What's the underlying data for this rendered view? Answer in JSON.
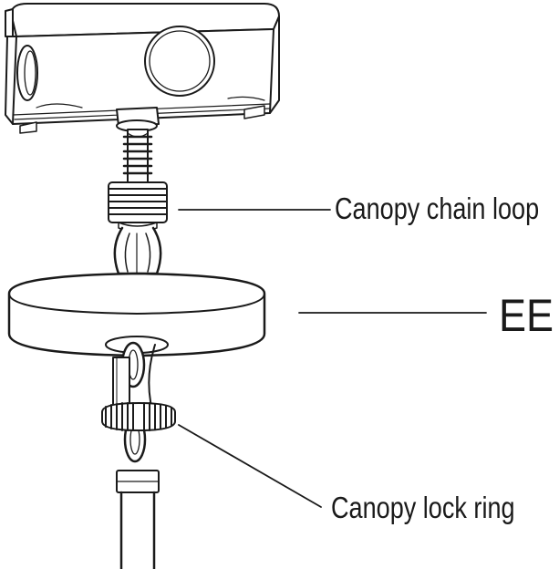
{
  "labels": {
    "canopy_chain_loop": "Canopy chain loop",
    "ee": "EE",
    "canopy_lock_ring": "Canopy lock ring"
  },
  "colors": {
    "line": "#1a1a1a",
    "background": "#ffffff"
  }
}
